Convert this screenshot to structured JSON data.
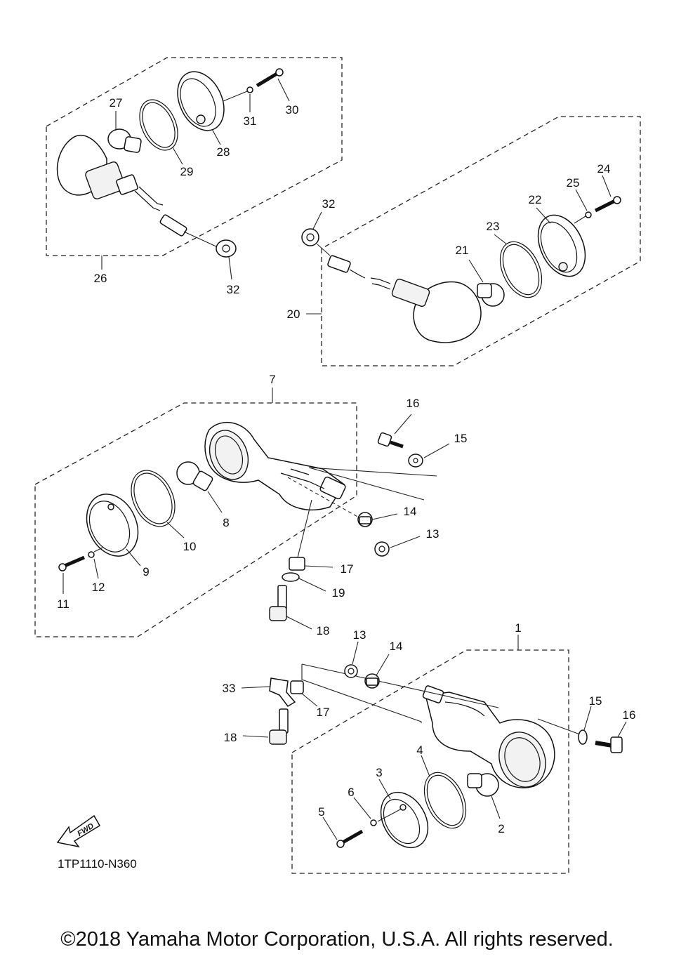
{
  "diagram": {
    "drawing_code": "1TP1110-N360",
    "fwd_label": "FWD",
    "copyright": "©2018 Yamaha Motor Corporation, U.S.A. All rights reserved.",
    "callouts": {
      "c1": "1",
      "c2": "2",
      "c3": "3",
      "c4": "4",
      "c5": "5",
      "c6": "6",
      "c7": "7",
      "c8": "8",
      "c9": "9",
      "c10": "10",
      "c11": "11",
      "c12": "12",
      "c13a": "13",
      "c13b": "13",
      "c14a": "14",
      "c14b": "14",
      "c15a": "15",
      "c15b": "15",
      "c16a": "16",
      "c16b": "16",
      "c17a": "17",
      "c17b": "17",
      "c18a": "18",
      "c18b": "18",
      "c19": "19",
      "c20": "20",
      "c21": "21",
      "c22": "22",
      "c23": "23",
      "c24": "24",
      "c25": "25",
      "c26": "26",
      "c27": "27",
      "c28": "28",
      "c29": "29",
      "c30": "30",
      "c31": "31",
      "c32a": "32",
      "c32b": "32",
      "c33": "33"
    }
  }
}
